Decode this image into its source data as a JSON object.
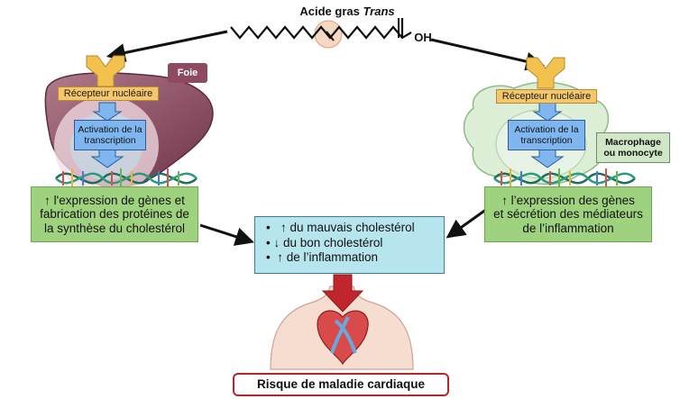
{
  "molecule": {
    "title": "Acide gras Trans",
    "title_prefix": "Acide gras ",
    "title_italic": "Trans",
    "group_label": "OH"
  },
  "left_cell": {
    "organ_label": "Foie",
    "receptor_label": "Récepteur nucléaire",
    "activation_line1": "Activation de la",
    "activation_line2": "transcription",
    "effect_line1": "↑ l'expression de gènes et",
    "effect_line2": "fabrication des protéines de",
    "effect_line3": "la synthèse du cholestérol"
  },
  "right_cell": {
    "cell_label_line1": "Macrophage",
    "cell_label_line2": "ou monocyte",
    "receptor_label": "Récepteur nucléaire",
    "activation_line1": "Activation de la",
    "activation_line2": "transcription",
    "effect_line1": "↑ l’expression des gènes",
    "effect_line2": "et sécrétion des médiateurs",
    "effect_line3": "de l’inflammation"
  },
  "outcomes": {
    "items": [
      {
        "bullet": "•",
        "arrow": "↑",
        "text": "du mauvais cholestérol"
      },
      {
        "bullet": "•",
        "arrow": "↓",
        "text": "du bon cholestérol"
      },
      {
        "bullet": "•",
        "arrow": "↑",
        "text": "de l’inflammation"
      }
    ]
  },
  "risk_label": "Risque de maladie cardiaque",
  "colors": {
    "liver": "#8a4f61",
    "receptor": "#f4c76b",
    "activation": "#7fb6f0",
    "effect_box": "#9fd27f",
    "outcome_box": "#b7e5ee",
    "risk_border": "#b3262c",
    "arrow_red": "#c0262b"
  }
}
